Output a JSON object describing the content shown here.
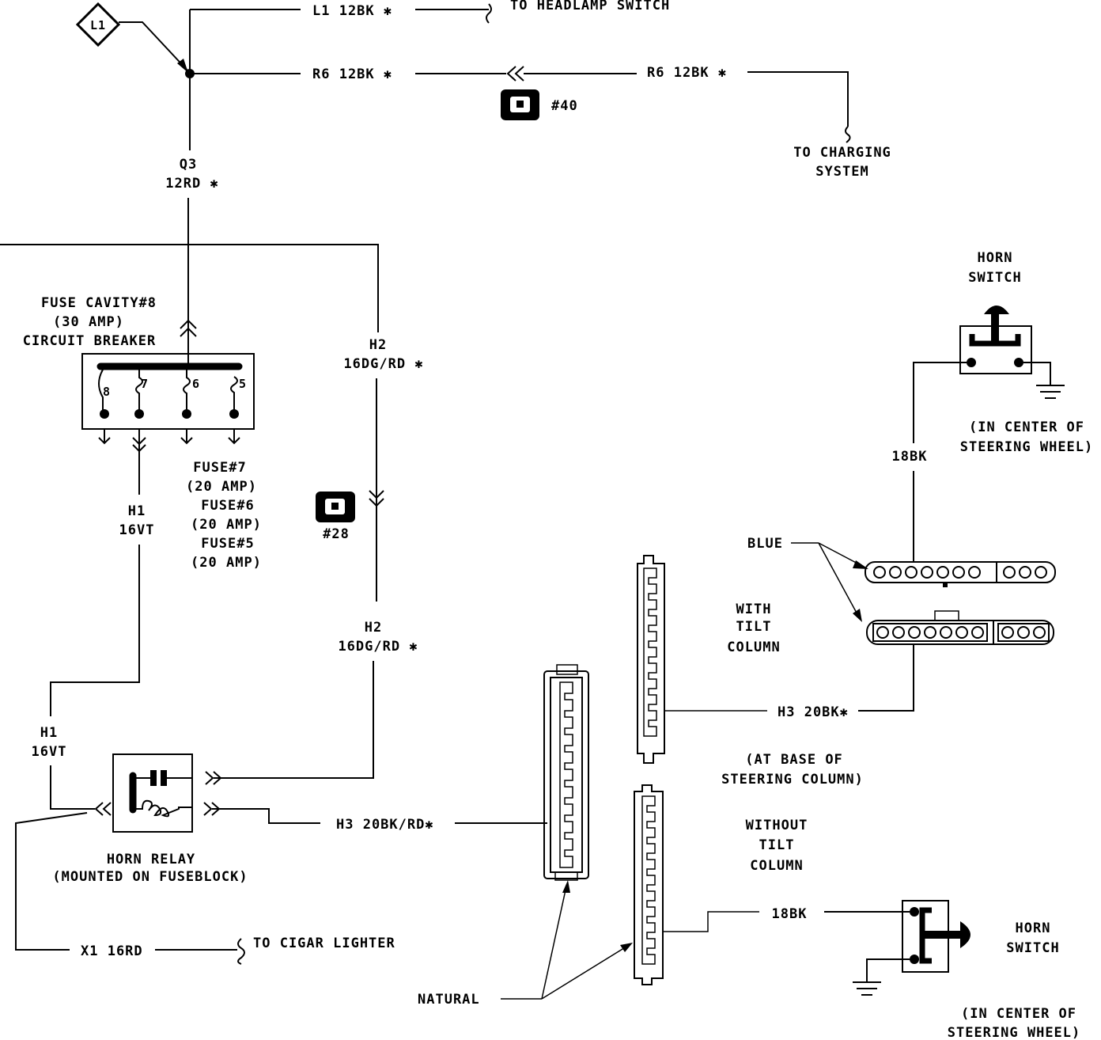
{
  "labels": {
    "l1_badge": "L1",
    "l1_wire": "L1 12BK ✱",
    "to_headlamp": "TO HEADLAMP SWITCH",
    "r6_wire_left": "R6 12BK ✱",
    "r6_wire_right": "R6 12BK ✱",
    "conn40": "#40",
    "to_charging_1": "TO CHARGING",
    "to_charging_2": "SYSTEM",
    "q3_code": "Q3",
    "q3_gauge": "12RD ✱",
    "fuse_cavity_1": "FUSE CAVITY#8",
    "fuse_cavity_2": "(30 AMP)",
    "fuse_cavity_3": "CIRCUIT BREAKER",
    "pin_8": "8",
    "pin_7": "7",
    "pin_6": "6",
    "pin_5": "5",
    "fuse7_1": "FUSE#7",
    "fuse7_2": "(20 AMP)",
    "fuse6_1": "FUSE#6",
    "fuse6_2": "(20 AMP)",
    "fuse5_1": "FUSE#5",
    "fuse5_2": "(20 AMP)",
    "h2_top_code": "H2",
    "h2_top_gauge": "16DG/RD ✱",
    "conn28": "#28",
    "h2_bot_code": "H2",
    "h2_bot_gauge": "16DG/RD ✱",
    "h1_top_code": "H1",
    "h1_top_gauge": "16VT",
    "h1_bot_code": "H1",
    "h1_bot_gauge": "16VT",
    "horn_relay_1": "HORN RELAY",
    "horn_relay_2": "(MOUNTED ON FUSEBLOCK)",
    "h3_rd_wire": "H3 20BK/RD✱",
    "x1_wire": "X1 16RD",
    "to_cigar": "TO CIGAR LIGHTER",
    "natural": "NATURAL",
    "horn_switch_top_1": "HORN",
    "horn_switch_top_2": "SWITCH",
    "in_center_top_1": "(IN CENTER OF",
    "in_center_top_2": "STEERING WHEEL)",
    "bk18_top": "18BK",
    "blue": "BLUE",
    "with_tilt_1": "WITH",
    "with_tilt_2": "TILT",
    "with_tilt_3": "COLUMN",
    "h3_bk_wire": "H3 20BK✱",
    "at_base_1": "(AT BASE OF",
    "at_base_2": "STEERING COLUMN)",
    "without_tilt_1": "WITHOUT",
    "without_tilt_2": "TILT",
    "without_tilt_3": "COLUMN",
    "bk18_bottom": "18BK",
    "horn_switch_bot_1": "HORN",
    "horn_switch_bot_2": "SWITCH",
    "in_center_bot_1": "(IN CENTER OF",
    "in_center_bot_2": "STEERING WHEEL)"
  }
}
